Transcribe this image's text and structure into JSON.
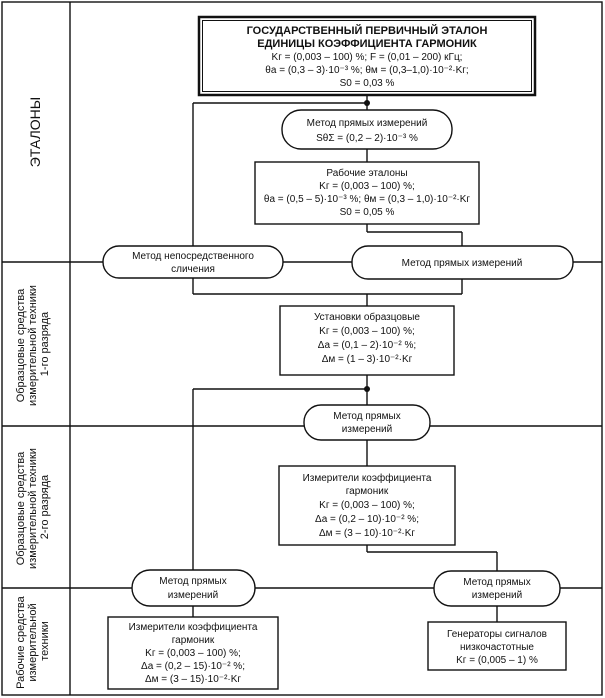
{
  "sections": [
    {
      "label": "ЭТАЛОНЫ"
    },
    {
      "label": [
        "Образцовые средства",
        "измерительной техники",
        "1-го разряда"
      ]
    },
    {
      "label": [
        "Образцовые средства",
        "измерительной техники",
        "2-го разряда"
      ]
    },
    {
      "label": [
        "Рабочие средства",
        "измерительной",
        "техники"
      ]
    }
  ],
  "boxes": {
    "primary": [
      "ГОСУДАРСТВЕННЫЙ ПЕРВИЧНЫЙ ЭТАЛОН",
      "ЕДИНИЦЫ КОЭФФИЦИЕНТА ГАРМОНИК",
      "Kг = (0,003 – 100) %; F = (0,01 – 200) кГц;",
      "θа = (0,3 – 3)·10⁻³ %; θм = (0,3–1,0)·10⁻²·Kг;",
      "S0 = 0,03 %"
    ],
    "working": [
      "Рабочие эталоны",
      "Kг = (0,003 – 100) %;",
      "θа = (0,5 – 5)·10⁻³ %; θм = (0,3 – 1,0)·10⁻²·Kг",
      "S0 = 0,05 %"
    ],
    "installs": [
      "Установки образцовые",
      "Kг = (0,003 – 100) %;",
      "Δа = (0,1 – 2)·10⁻² %;",
      "Δм = (1 – 3)·10⁻²·Kг"
    ],
    "meters2": [
      "Измерители коэффициента",
      "гармоник",
      "Kг = (0,003 – 100) %;",
      "Δа = (0,2 – 10)·10⁻² %;",
      "Δм = (3 – 10)·10⁻²·Kг"
    ],
    "meters_work": [
      "Измерители коэффициента",
      "гармоник",
      "Kг = (0,003 – 100) %;",
      "Δа = (0,2 – 15)·10⁻² %;",
      "Δм = (3 – 15)·10⁻²·Kг"
    ],
    "generators": [
      "Генераторы сигналов",
      "низкочастотные",
      "Kг = (0,005 – 1) %"
    ]
  },
  "methods": {
    "direct_top": [
      "Метод прямых измерений",
      "SθΣ = (0,2 – 2)·10⁻³ %"
    ],
    "comparison": [
      "Метод непосредственного",
      "сличения"
    ],
    "direct_mid": [
      "Метод прямых измерений"
    ],
    "direct_2": [
      "Метод прямых",
      "измерений"
    ],
    "direct_left": [
      "Метод прямых",
      "измерений"
    ],
    "direct_right": [
      "Метод прямых",
      "измерений"
    ]
  },
  "colors": {
    "line": "#111111",
    "background": "#ffffff"
  }
}
